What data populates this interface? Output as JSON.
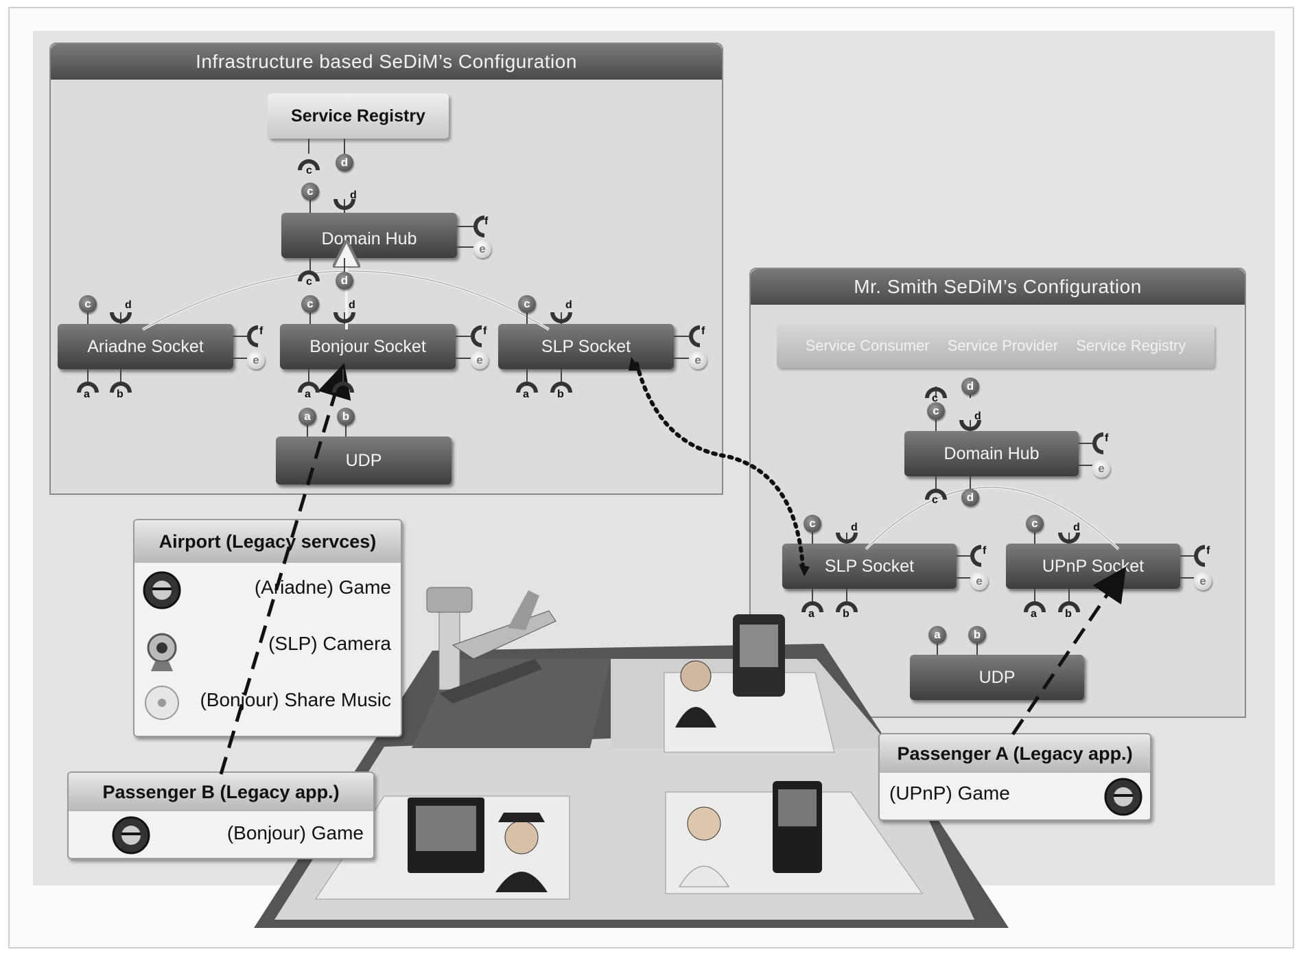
{
  "infra": {
    "title": "Infrastructure based SeDiM’s Configuration",
    "service_registry": "Service Registry",
    "domain_hub": "Domain Hub",
    "sockets": [
      "Ariadne Socket",
      "Bonjour Socket",
      "SLP Socket"
    ],
    "udp": "UDP"
  },
  "smith": {
    "title": "Mr. Smith SeDiM’s Configuration",
    "roles": [
      "Service Consumer",
      "Service Provider",
      "Service Registry"
    ],
    "domain_hub": "Domain Hub",
    "sockets": [
      "SLP Socket",
      "UPnP Socket"
    ],
    "udp": "UDP"
  },
  "airport": {
    "title": "Airport (Legacy  servces)",
    "items": [
      "(Ariadne) Game",
      "(SLP) Camera",
      "(Bonjour)  Share Music"
    ]
  },
  "passenger_a": {
    "title": "Passenger A  (Legacy app.)",
    "item": "(UPnP) Game"
  },
  "passenger_b": {
    "title": "Passenger B (Legacy  app.)",
    "item": "(Bonjour) Game"
  },
  "ports": {
    "a": "a",
    "b": "b",
    "c": "c",
    "d": "d",
    "e": "e",
    "f": "f"
  }
}
